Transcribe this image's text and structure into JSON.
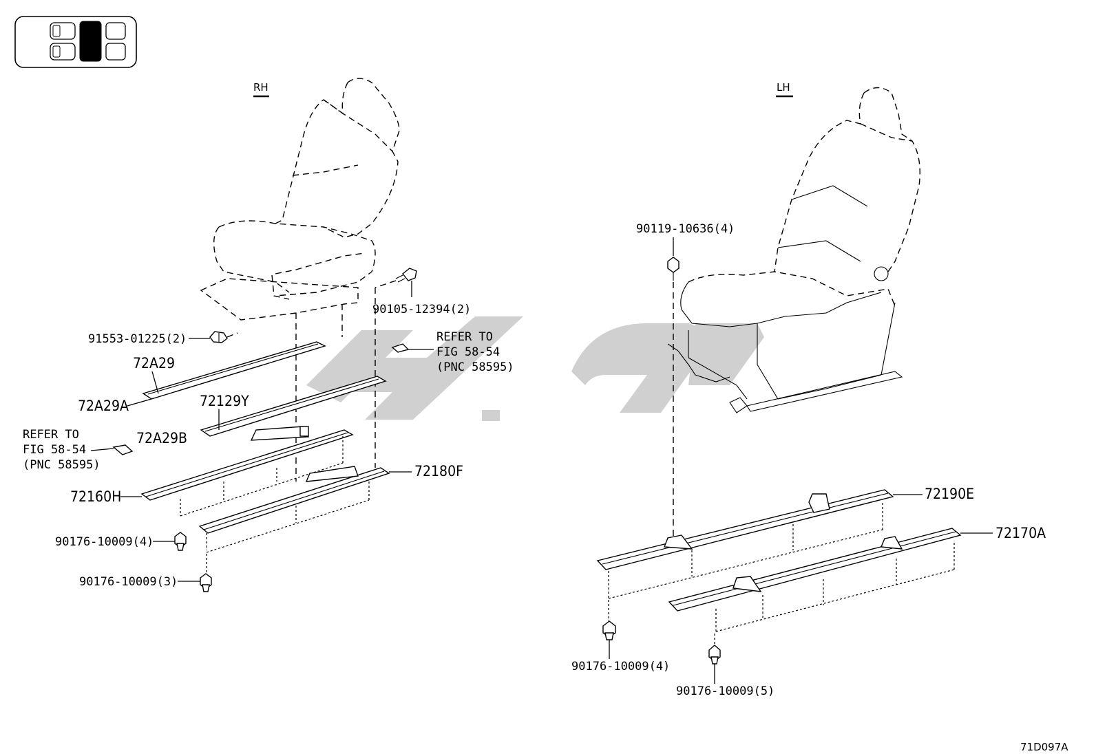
{
  "side_labels": {
    "rh": "RH",
    "lh": "LH"
  },
  "callouts": {
    "bolt_rh": "90105-12394(2)",
    "screw_rh": "91553-01225(2)",
    "part_72A29": "72A29",
    "part_72A29A": "72A29A",
    "part_72129Y": "72129Y",
    "part_72A29B": "72A29B",
    "part_72160H": "72160H",
    "part_72180F": "72180F",
    "clip_rh_4": "90176-10009(4)",
    "clip_rh_3": "90176-10009(3)",
    "bolt_lh": "90119-10636(4)",
    "part_72190E": "72190E",
    "part_72170A": "72170A",
    "clip_lh_4": "90176-10009(4)",
    "clip_lh_5": "90176-10009(5)"
  },
  "refer_right": {
    "line1": "REFER TO",
    "line2": "FIG 58-54",
    "line3": "(PNC 58595)"
  },
  "refer_left": {
    "line1": "REFER TO",
    "line2": "FIG 58-54",
    "line3": "(PNC 58595)"
  },
  "figure_code": "71D097A",
  "colors": {
    "ink": "#000000",
    "watermark": "#c8c8c8",
    "background": "#ffffff"
  },
  "icons": {
    "seat_map": "seat-layout-icon"
  }
}
